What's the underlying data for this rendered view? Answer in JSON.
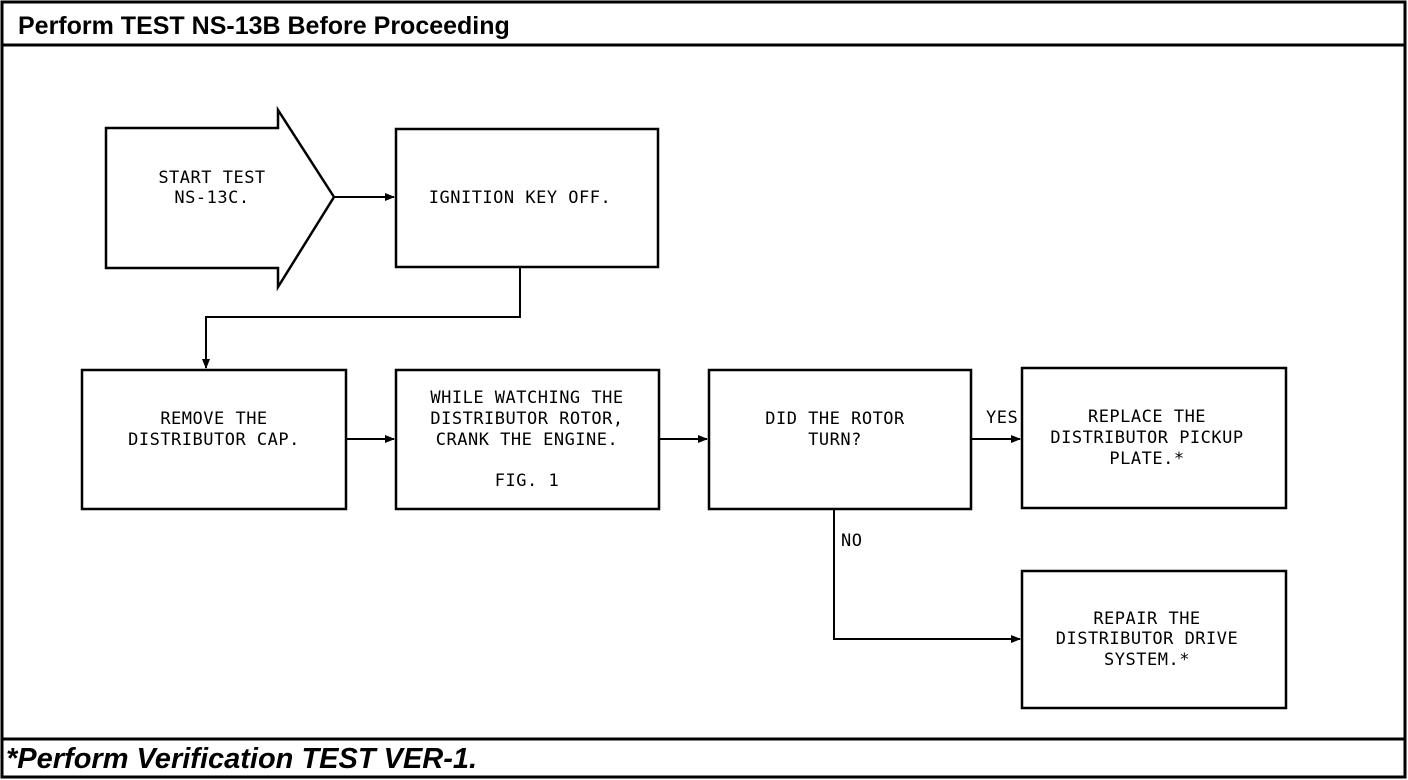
{
  "header": {
    "title": "Perform TEST NS-13B Before Proceeding"
  },
  "footer": {
    "note": "*Perform Verification TEST VER-1."
  },
  "nodes": {
    "start": {
      "lines": [
        "START TEST",
        "NS-13C."
      ]
    },
    "ignition": {
      "lines": [
        "IGNITION KEY OFF."
      ]
    },
    "remove": {
      "lines": [
        "REMOVE THE",
        "DISTRIBUTOR CAP."
      ]
    },
    "crank": {
      "lines": [
        "WHILE WATCHING THE",
        "DISTRIBUTOR ROTOR,",
        "CRANK THE ENGINE.",
        "",
        "FIG. 1"
      ]
    },
    "rotor": {
      "lines": [
        "DID THE ROTOR",
        "TURN?"
      ]
    },
    "replace": {
      "lines": [
        "REPLACE THE",
        "DISTRIBUTOR PICKUP",
        "PLATE.*"
      ]
    },
    "repair": {
      "lines": [
        "REPAIR THE",
        "DISTRIBUTOR DRIVE",
        "SYSTEM.*"
      ]
    }
  },
  "edges": {
    "yes_label": "YES",
    "no_label": "NO"
  }
}
